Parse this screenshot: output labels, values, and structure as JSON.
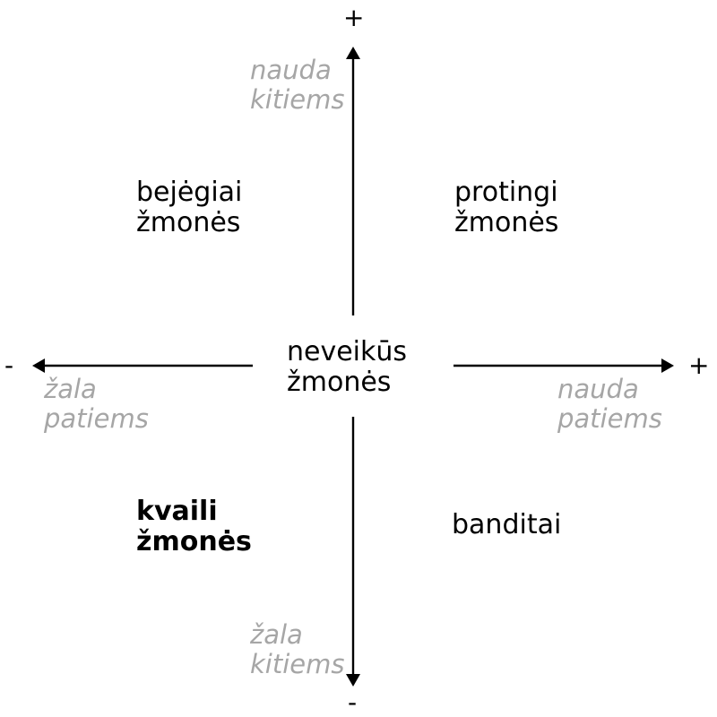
{
  "axes": {
    "y_plus": "+",
    "y_minus": "-",
    "x_plus": "+",
    "x_minus": "-",
    "y_top_label": [
      "nauda",
      "kitiems"
    ],
    "y_bottom_label": [
      "žala",
      "kitiems"
    ],
    "x_left_label": [
      "žala",
      "patiems"
    ],
    "x_right_label": [
      "nauda",
      "patiems"
    ],
    "color_axis": "#000000",
    "color_hint": "#a6a6a6"
  },
  "quadrants": {
    "top_left": [
      "bejėgiai",
      "žmonės"
    ],
    "top_right": [
      "protingi",
      "žmonės"
    ],
    "center": [
      "neveikūs",
      "žmonės"
    ],
    "bottom_left": [
      "kvaili",
      "žmonės"
    ],
    "bottom_right": [
      "banditai"
    ]
  }
}
